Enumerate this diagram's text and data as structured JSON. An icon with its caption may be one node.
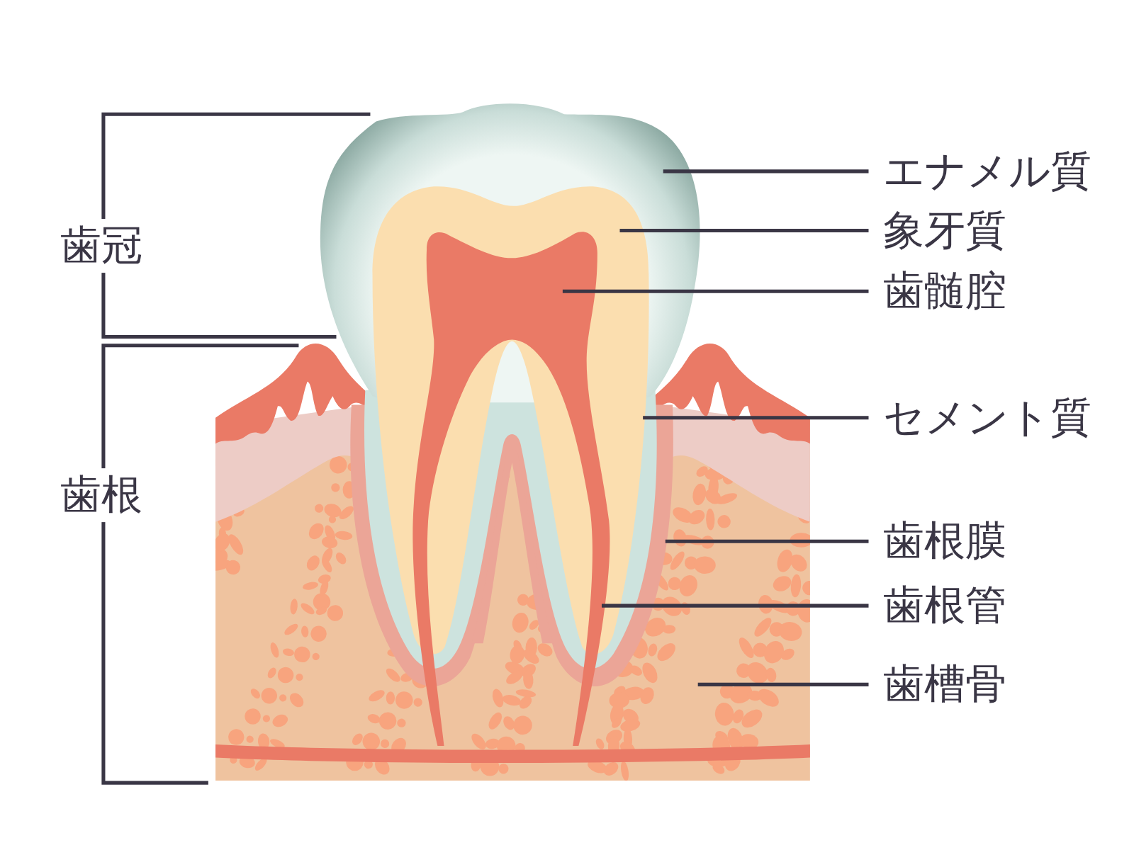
{
  "diagram": {
    "nodes": [
      {
        "text": [
          "エナメル質"
        ]
      },
      {
        "text": [
          "象牙質"
        ]
      },
      {
        "text": [
          "歯髄腔"
        ]
      },
      {
        "text": [
          "セメント質"
        ]
      },
      {
        "text": [
          "歯根膜"
        ]
      },
      {
        "text": [
          "歯根管"
        ]
      },
      {
        "text": [
          "歯槽骨"
        ]
      }
    ],
    "edges": [
      {
        "from": 0,
        "to": null,
        "arrow": "none"
      },
      {
        "from": 1,
        "to": null,
        "arrow": "none"
      },
      {
        "from": 2,
        "to": null,
        "arrow": "none"
      },
      {
        "from": 3,
        "to": null,
        "arrow": "none"
      },
      {
        "from": 4,
        "to": null,
        "arrow": "none"
      },
      {
        "from": 5,
        "to": null,
        "arrow": "none"
      },
      {
        "from": 6,
        "to": null,
        "arrow": "none"
      }
    ],
    "labels": [
      "歯冠",
      "歯根"
    ]
  }
}
